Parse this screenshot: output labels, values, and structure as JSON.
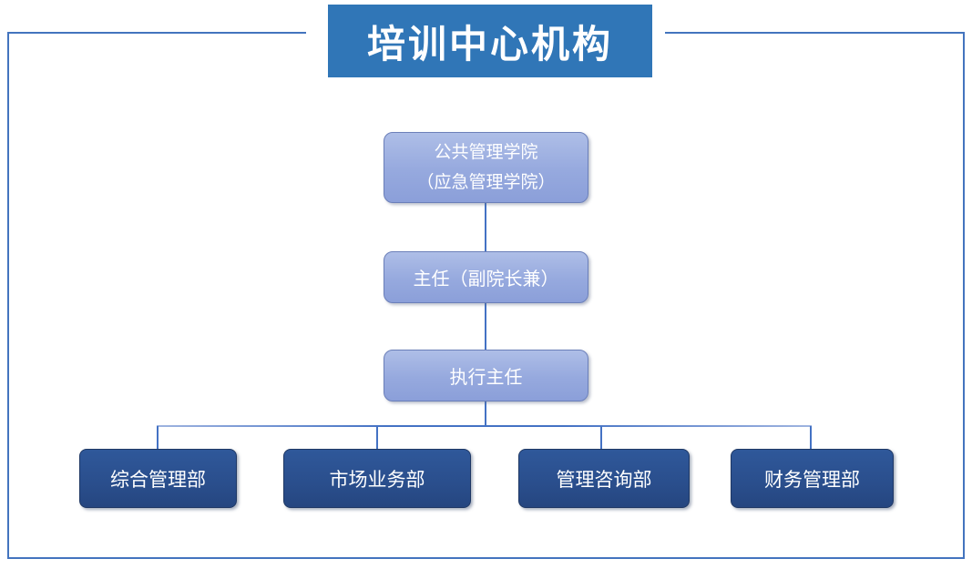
{
  "title": {
    "text": "培训中心机构"
  },
  "nodes": {
    "root": {
      "line1": "公共管理学院",
      "line2": "（应急管理学院）"
    },
    "director": {
      "label": "主任（副院长兼）"
    },
    "executive_director": {
      "label": "执行主任"
    }
  },
  "departments": [
    {
      "label": "综合管理部"
    },
    {
      "label": "市场业务部"
    },
    {
      "label": "管理咨询部"
    },
    {
      "label": "财务管理部"
    }
  ],
  "colors": {
    "banner_background": "#3076B7",
    "banner_text": "#FFFFFF",
    "light_node_fill_top": "#AEBEE7",
    "light_node_fill_bottom": "#8B9FD9",
    "light_node_border": "#6B7FB9",
    "dark_node_fill_top": "#2F589A",
    "dark_node_fill_bottom": "#254680",
    "dark_node_border": "#1F3864",
    "node_text": "#FFFFFF",
    "connector": "#4472C4",
    "outer_border": "#4374BE"
  }
}
